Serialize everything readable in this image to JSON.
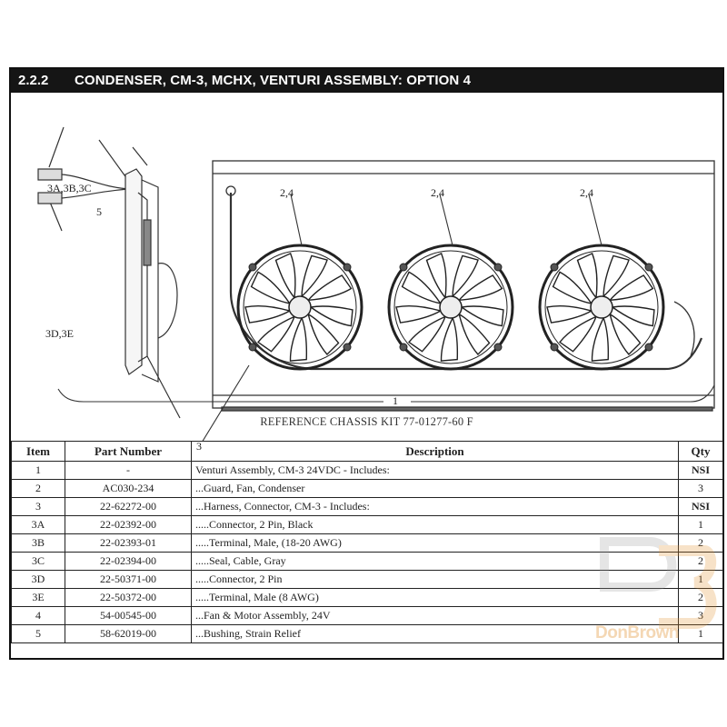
{
  "section": {
    "number": "2.2.2",
    "title": "CONDENSER, CM-3, MCHX, VENTURI ASSEMBLY: OPTION 4"
  },
  "drawing": {
    "callouts": {
      "c3abc": "3A,3B,3C",
      "c5": "5",
      "c3de": "3D,3E",
      "c3": "3",
      "c1": "1",
      "fan1": "2,4",
      "fan2": "2,4",
      "fan3": "2,4"
    },
    "reference": "REFERENCE CHASSIS KIT 77-01277-60 F"
  },
  "table": {
    "headers": {
      "item": "Item",
      "part": "Part Number",
      "desc": "Description",
      "qty": "Qty"
    },
    "rows": [
      {
        "item": "1",
        "part": "-",
        "desc": "Venturi Assembly, CM-3 24VDC - Includes:",
        "qty": "NSI"
      },
      {
        "item": "2",
        "part": "AC030-234",
        "desc": "...Guard, Fan, Condenser",
        "qty": "3"
      },
      {
        "item": "3",
        "part": "22-62272-00",
        "desc": "...Harness, Connector, CM-3 - Includes:",
        "qty": "NSI"
      },
      {
        "item": "3A",
        "part": "22-02392-00",
        "desc": ".....Connector, 2 Pin, Black",
        "qty": "1"
      },
      {
        "item": "3B",
        "part": "22-02393-01",
        "desc": ".....Terminal, Male, (18-20 AWG)",
        "qty": "2"
      },
      {
        "item": "3C",
        "part": "22-02394-00",
        "desc": ".....Seal, Cable, Gray",
        "qty": "2"
      },
      {
        "item": "3D",
        "part": "22-50371-00",
        "desc": ".....Connector, 2 Pin",
        "qty": "1"
      },
      {
        "item": "3E",
        "part": "22-50372-00",
        "desc": ".....Terminal, Male (8 AWG)",
        "qty": "2"
      },
      {
        "item": "4",
        "part": "54-00545-00",
        "desc": "...Fan & Motor Assembly, 24V",
        "qty": "3"
      },
      {
        "item": "5",
        "part": "58-62019-00",
        "desc": "...Bushing, Strain Relief",
        "qty": "1"
      }
    ]
  },
  "watermark": {
    "brand": "DonBrown",
    "colors": {
      "accent": "#e08f2a"
    }
  }
}
